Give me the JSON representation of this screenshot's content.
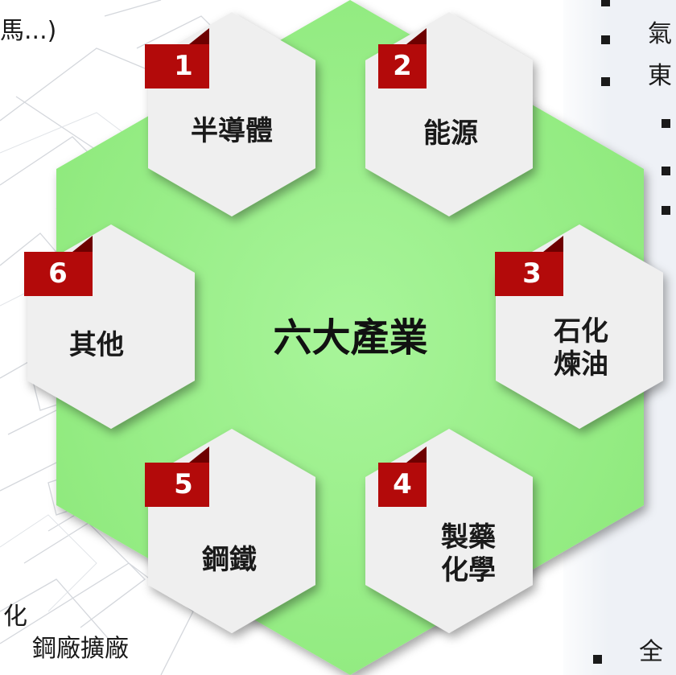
{
  "center": {
    "label": "六大產業"
  },
  "hexagons": [
    {
      "number": "1",
      "label": "半導體"
    },
    {
      "number": "2",
      "label": "能源"
    },
    {
      "number": "3",
      "label_line1": "石化",
      "label_line2": "煉油"
    },
    {
      "number": "4",
      "label_line1": "製藥",
      "label_line2": "化學"
    },
    {
      "number": "5",
      "label": "鋼鐵"
    },
    {
      "number": "6",
      "label": "其他"
    }
  ],
  "background_text": {
    "top_left_fragment": "馬...)",
    "top_right_fragment_1": "氣",
    "top_right_fragment_2": "東",
    "bottom_left_fragment_1": "化",
    "bottom_left_fragment_2": "鋼廠擴廠",
    "bottom_right_fragment": "全"
  },
  "colors": {
    "center_green": "#94f07f",
    "hex_fill": "#efefef",
    "badge_red": "#b30a0a",
    "badge_red_dark": "#6e0000"
  }
}
